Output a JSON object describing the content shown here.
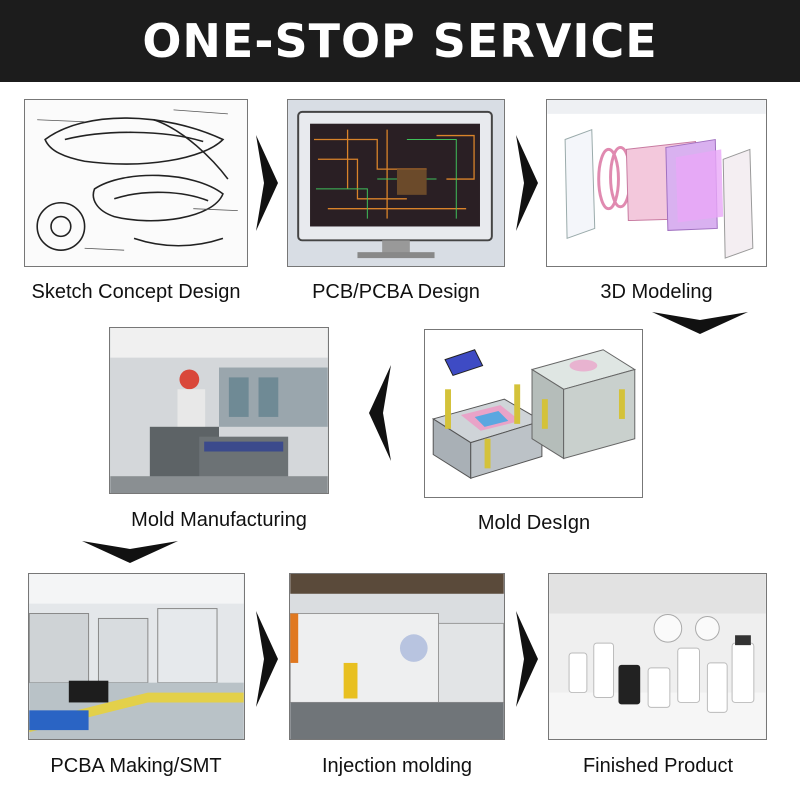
{
  "title": "ONE-STOP SERVICE",
  "steps": [
    {
      "label": "Sketch Concept Design",
      "image_icon": "sketch-drawing-icon"
    },
    {
      "label": "PCB/PCBA Design",
      "image_icon": "pcb-monitor-icon"
    },
    {
      "label": "3D Modeling",
      "image_icon": "3d-model-icon"
    },
    {
      "label": "Mold DesIgn",
      "image_icon": "mold-design-icon"
    },
    {
      "label": "Mold Manufacturing",
      "image_icon": "mold-factory-icon"
    },
    {
      "label": "PCBA Making/SMT",
      "image_icon": "smt-line-icon"
    },
    {
      "label": "Injection molding",
      "image_icon": "injection-machine-icon"
    },
    {
      "label": "Finished Product",
      "image_icon": "products-display-icon"
    }
  ],
  "colors": {
    "banner": "#1c1c1c",
    "arrow": "#111111",
    "title_text": "#ffffff"
  }
}
